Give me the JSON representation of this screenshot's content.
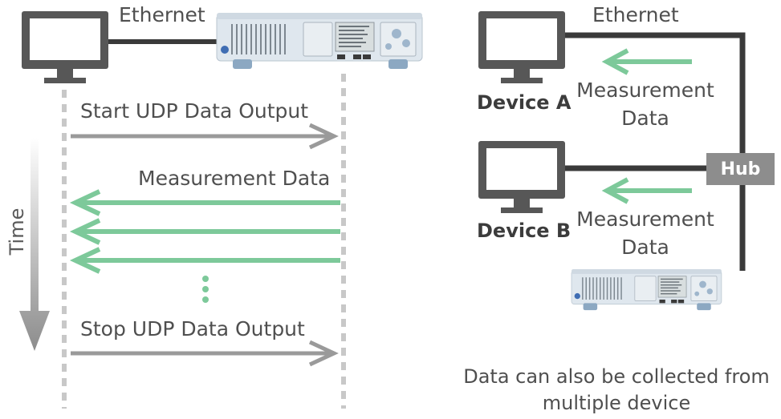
{
  "left_panel": {
    "ethernet_label": "Ethernet",
    "time_label": "Time",
    "start_label": "Start UDP Data Output",
    "measurement_label": "Measurement Data",
    "stop_label": "Stop UDP Data Output",
    "continuation": "⋮"
  },
  "right_panel": {
    "ethernet_label": "Ethernet",
    "device_a": "Device A",
    "device_b": "Device B",
    "measurement_a_line1": "Measurement",
    "measurement_a_line2": "Data",
    "measurement_b_line1": "Measurement",
    "measurement_b_line2": "Data",
    "hub_label": "Hub",
    "caption_line1": "Data can also be collected from",
    "caption_line2": "multiple device"
  },
  "colors": {
    "gray_arrow": "#9a9a9a",
    "green_arrow": "#7dc99a",
    "monitor": "#575757",
    "cable": "#3a3a3a",
    "hub": "#8d8d8d"
  },
  "icons": [
    "monitor-icon",
    "instrument-icon",
    "right-arrow-icon",
    "left-arrow-icon",
    "time-arrow-icon"
  ]
}
